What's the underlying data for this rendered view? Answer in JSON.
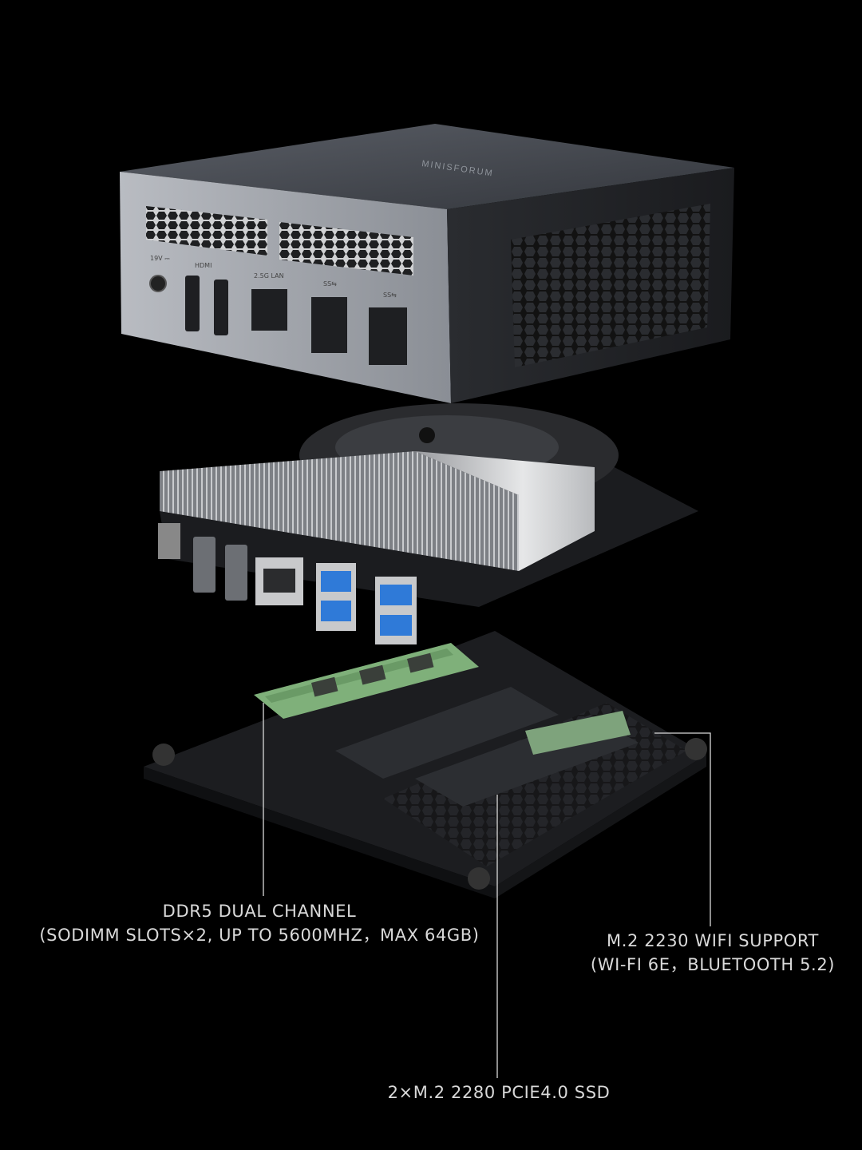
{
  "device": {
    "brand_text": "MINISFORUM",
    "port_labels": {
      "dc_in": "19V ⎓",
      "hdmi": "HDMI",
      "lan": "2.5G LAN",
      "usb_a_1": "SS⇆",
      "usb_a_2": "SS⇆"
    }
  },
  "callouts": {
    "ddr5": {
      "line1": "DDR5 DUAL CHANNEL",
      "line2": "(SODIMM SLOTS×2, UP TO 5600MHZ，MAX 64GB)"
    },
    "wifi": {
      "line1": "M.2 2230 WIFI SUPPORT",
      "line2": "(WI-FI 6E，BLUETOOTH 5.2)"
    },
    "ssd": {
      "line1": "2×M.2 2280 PCIE4.0 SSD"
    }
  },
  "colors": {
    "background": "#000000",
    "chassis": "#8e9299",
    "callout_text": "#d9d9d9",
    "usb_blue": "#2f7ad8",
    "ram_green": "#7fb07a"
  }
}
